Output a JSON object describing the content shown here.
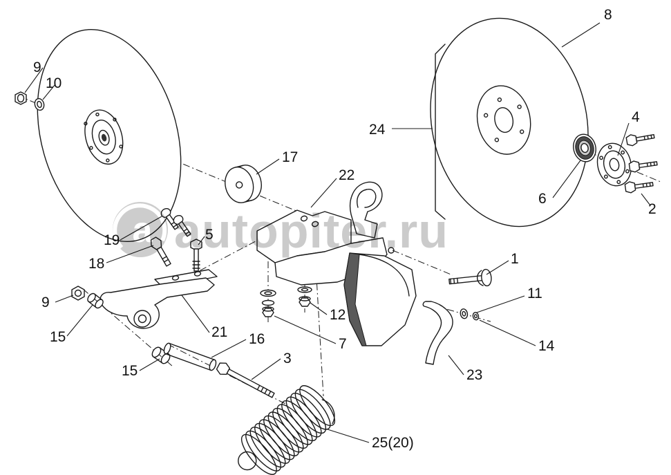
{
  "watermark": {
    "text": "autopiter.ru",
    "logo_letter": "a"
  },
  "colors": {
    "line": "#1a1a1a",
    "watermark": "#c2c2c2",
    "background": "#ffffff",
    "shield_dark": "#5a5a5a"
  },
  "labels": [
    {
      "id": "9-top",
      "text": "9"
    },
    {
      "id": "10",
      "text": "10"
    },
    {
      "id": "8",
      "text": "8"
    },
    {
      "id": "24",
      "text": "24"
    },
    {
      "id": "4",
      "text": "4"
    },
    {
      "id": "17",
      "text": "17"
    },
    {
      "id": "22",
      "text": "22"
    },
    {
      "id": "6",
      "text": "6"
    },
    {
      "id": "2",
      "text": "2"
    },
    {
      "id": "19",
      "text": "19"
    },
    {
      "id": "18",
      "text": "18"
    },
    {
      "id": "5",
      "text": "5"
    },
    {
      "id": "1",
      "text": "1"
    },
    {
      "id": "9-bot",
      "text": "9"
    },
    {
      "id": "11",
      "text": "11"
    },
    {
      "id": "12",
      "text": "12"
    },
    {
      "id": "15-a",
      "text": "15"
    },
    {
      "id": "21",
      "text": "21"
    },
    {
      "id": "16",
      "text": "16"
    },
    {
      "id": "7",
      "text": "7"
    },
    {
      "id": "14",
      "text": "14"
    },
    {
      "id": "3",
      "text": "3"
    },
    {
      "id": "15-b",
      "text": "15"
    },
    {
      "id": "23",
      "text": "23"
    },
    {
      "id": "25-20",
      "text": "25(20)"
    }
  ]
}
